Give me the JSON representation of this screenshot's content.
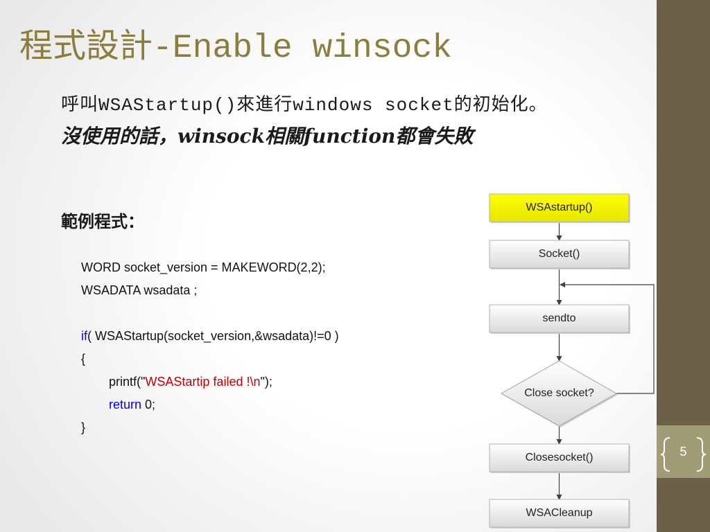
{
  "slide": {
    "title": "程式設計-Enable winsock",
    "page_number": "5"
  },
  "body": {
    "description": "呼叫WSAStartup()來進行windows socket的初始化。",
    "warning": "沒使用的話，winsock相關function都會失敗",
    "example_heading": "範例程式："
  },
  "code": {
    "lines": [
      "WORD socket_version = MAKEWORD(2,2);",
      "WSADATA wsadata ;",
      "",
      {
        "keyword": "if",
        "rest": "( WSAStartup(socket_version,&wsadata)!=0 )"
      },
      "{",
      {
        "prefix": "printf(\"",
        "string": "WSAStartip failed !\\n",
        "suffix": "\");"
      },
      {
        "keyword": "return",
        "rest": " 0;"
      },
      "}"
    ]
  },
  "flowchart": {
    "nodes": [
      "WSAstartup()",
      "Socket()",
      "sendto",
      "Close socket?",
      "Closesocket()",
      "WSACleanup"
    ]
  },
  "colors": {
    "title": "#8b7d3c",
    "sidebar": "#6b6047",
    "page_number_box": "#9f9c76",
    "keyword": "#0000ff",
    "string": "#c00000",
    "highlight_node": "#ffff00"
  }
}
